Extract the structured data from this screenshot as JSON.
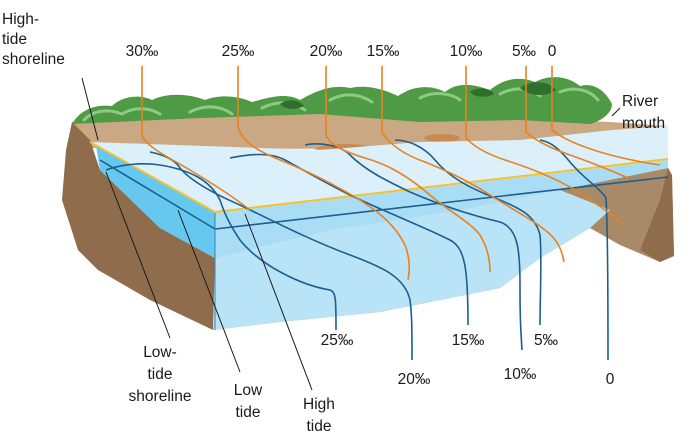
{
  "labels": {
    "high_tide_shoreline": [
      "High-",
      "tide",
      "shoreline"
    ],
    "river_mouth": [
      "River",
      "mouth"
    ],
    "low_tide_shoreline": [
      "Low-",
      "tide",
      "shoreline"
    ],
    "low_tide": [
      "Low",
      "tide"
    ],
    "high_tide": [
      "High",
      "tide"
    ]
  },
  "isohalines_top": [
    "30‰",
    "25‰",
    "20‰",
    "15‰",
    "10‰",
    "5‰",
    "0"
  ],
  "isohalines_bottom": [
    "25‰",
    "20‰",
    "15‰",
    "10‰",
    "5‰",
    "0"
  ],
  "colors": {
    "surface_isohaline": "#e8821e",
    "bottom_isohaline": "#1d5e8f",
    "high_tide_line": "#f2c230",
    "water_top": "#dcf0fb",
    "water_front": "#a8ddf5",
    "water_side": "#66c8ef",
    "sediment": "#a88a68",
    "vegetation": "#3e8f3a"
  }
}
